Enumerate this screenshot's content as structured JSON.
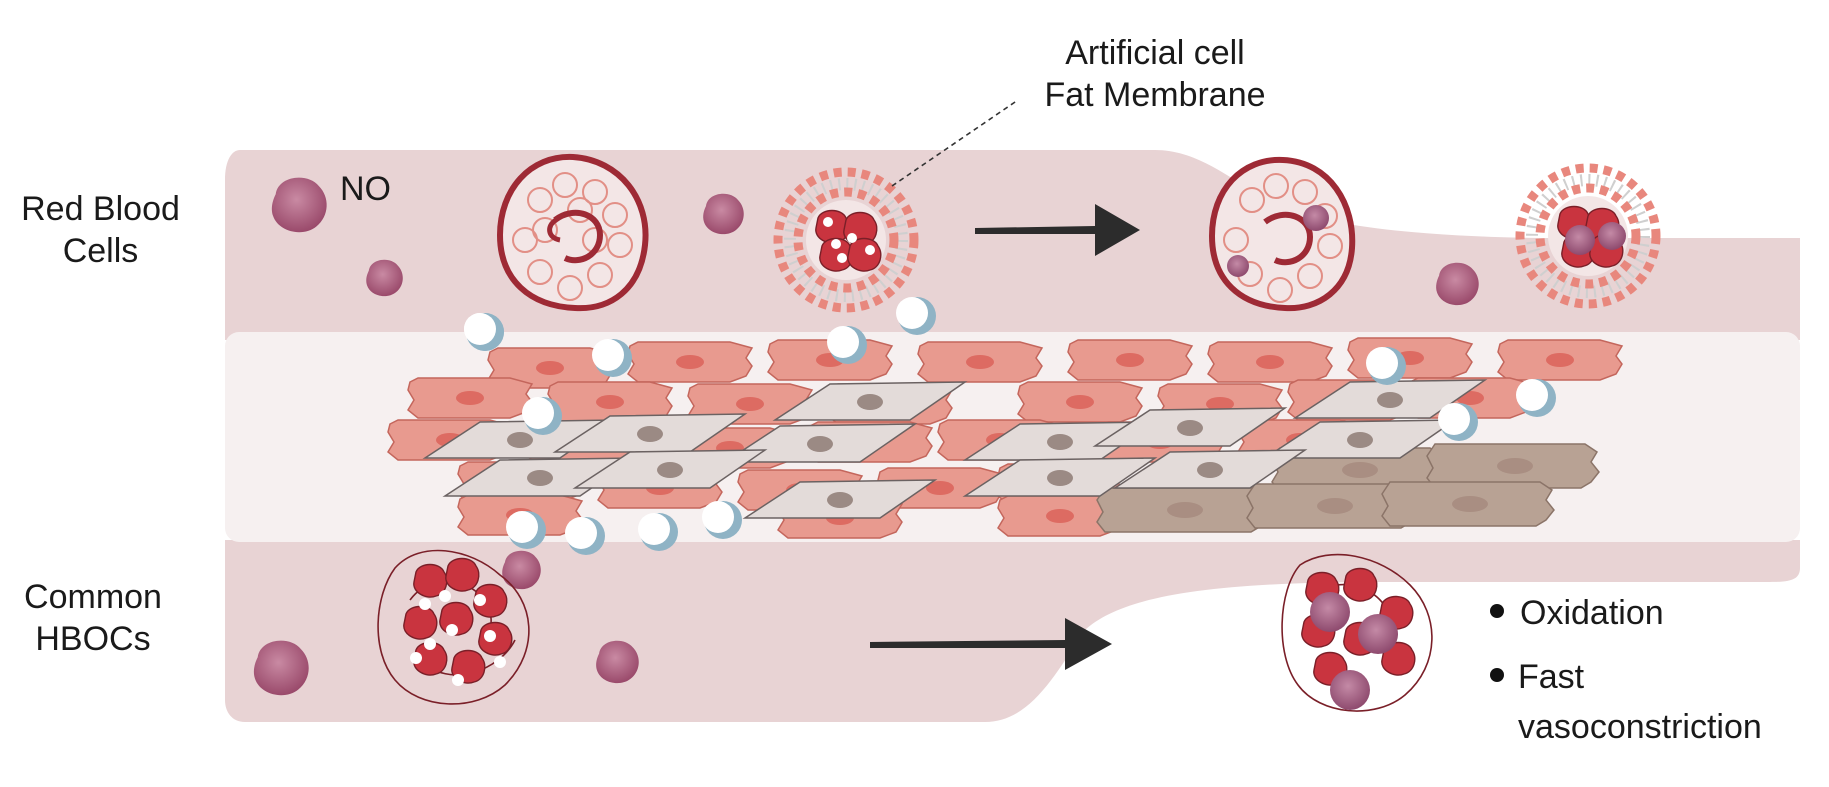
{
  "labels": {
    "red_blood_cells_line1": "Red Blood",
    "red_blood_cells_line2": "Cells",
    "common_hbocs_line1": "Common",
    "common_hbocs_line2": "HBOCs",
    "no": "NO",
    "artificial_cell_line1": "Artificial cell",
    "artificial_cell_line2": "Fat Membrane",
    "outcome_1": "Oxidation",
    "outcome_2_line1": "Fast",
    "outcome_2_line2": "vasoconstriction"
  },
  "colors": {
    "vessel": "#e8d3d4",
    "lumen_wall": "#f6f0f0",
    "rbc_membrane": "#9e2a35",
    "hemoglobin": "#c9343f",
    "muscle_cell": "#e89a8f",
    "fibroblast": "#e3dbd9",
    "constricted_cell": "#b8a294",
    "no_molecule": "#a85a78",
    "oxygen_bubble": "#8fb3c5",
    "lipid_head": "#e8877d",
    "arrow": "#2c2c2c"
  }
}
